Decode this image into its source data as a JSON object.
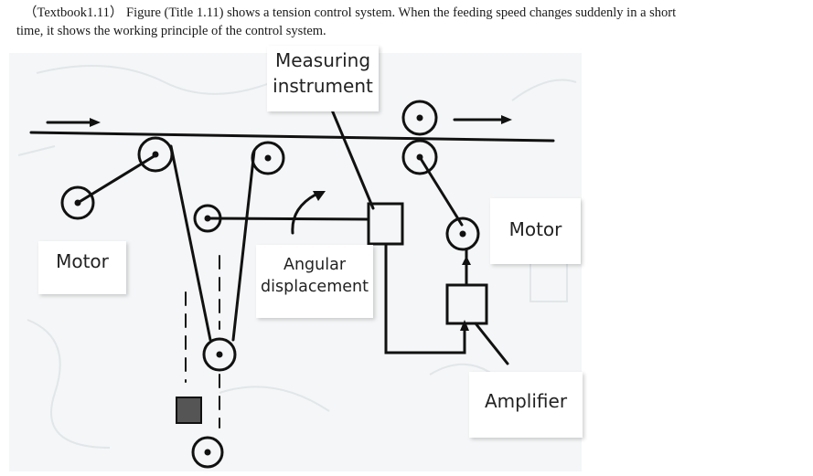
{
  "question": {
    "line1": "（Textbook1.11） Figure (Title 1.11) shows a tension control system. When the feeding speed changes suddenly in a short",
    "line2": "time, it shows the working principle of the control system."
  },
  "diagram": {
    "title": "Tension control system",
    "labels": {
      "measuring_instrument": [
        "Measuring",
        "instrument"
      ],
      "motor_left": "Motor",
      "motor_right": "Motor",
      "angular_displacement": [
        "Angular",
        "displacement"
      ],
      "amplifier": "Amplifier"
    }
  }
}
